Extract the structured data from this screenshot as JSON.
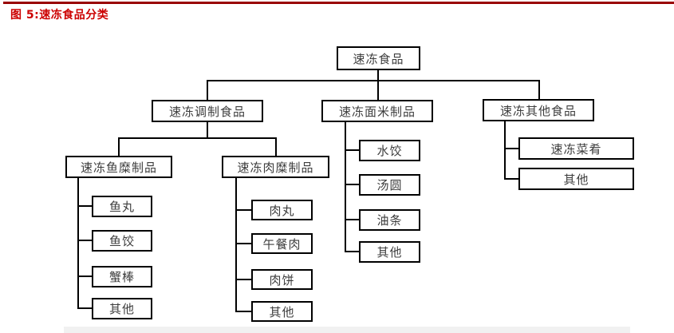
{
  "page": {
    "title": "图 5:速冻食品分类",
    "accent_color": "#cc0000",
    "rule_color": "#990000"
  },
  "tree": {
    "root": {
      "label": "速冻食品",
      "children": [
        {
          "label": "速冻调制食品",
          "children": [
            {
              "label": "速冻鱼糜制品",
              "children": [
                {
                  "label": "鱼丸"
                },
                {
                  "label": "鱼饺"
                },
                {
                  "label": "蟹棒"
                },
                {
                  "label": "其他"
                }
              ]
            },
            {
              "label": "速冻肉糜制品",
              "children": [
                {
                  "label": "肉丸"
                },
                {
                  "label": "午餐肉"
                },
                {
                  "label": "肉饼"
                },
                {
                  "label": "其他"
                }
              ]
            }
          ]
        },
        {
          "label": "速冻面米制品",
          "children": [
            {
              "label": "水饺"
            },
            {
              "label": "汤圆"
            },
            {
              "label": "油条"
            },
            {
              "label": "其他"
            }
          ]
        },
        {
          "label": "速冻其他食品",
          "children": [
            {
              "label": "速冻菜肴"
            },
            {
              "label": "其他"
            }
          ]
        }
      ]
    }
  }
}
